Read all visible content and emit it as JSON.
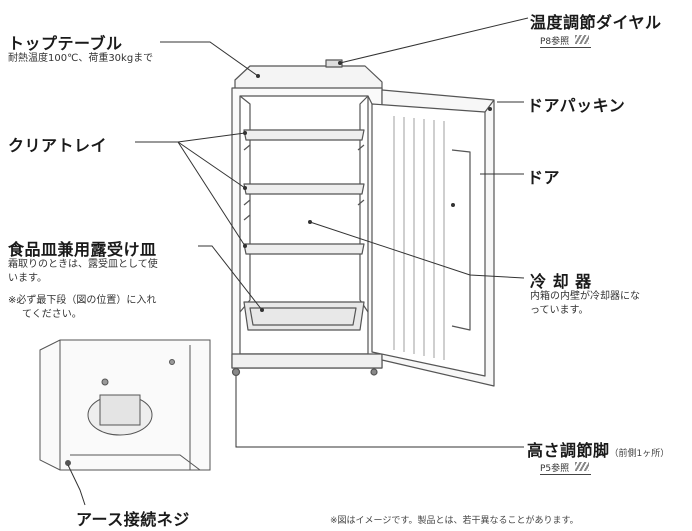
{
  "labels": {
    "top_table": {
      "title": "トップテーブル",
      "note": "耐熱温度100℃、荷重30kgまで"
    },
    "dial": {
      "title": "温度調節ダイヤル",
      "ref": "P8参照"
    },
    "door_packing": {
      "title": "ドアパッキン"
    },
    "clear_tray": {
      "title": "クリアトレイ"
    },
    "door": {
      "title": "ドア"
    },
    "drip_tray": {
      "title": "食品皿兼用露受け皿",
      "note_line1": "霜取りのときは、露受皿として使",
      "note_line2": "います。",
      "warn_line1": "※必ず最下段（図の位置）に入れ",
      "warn_line2": "てください。"
    },
    "cooler": {
      "title": "冷 却 器",
      "note_line1": "内箱の内壁が冷却器にな",
      "note_line2": "っています。"
    },
    "leg": {
      "title": "高さ調節脚",
      "suffix": "（前側1ヶ所）",
      "ref": "P5参照"
    },
    "ground_screw": {
      "title": "アース接続ネジ"
    }
  },
  "footnote": "※図はイメージです。製品とは、若干異なることがあります。"
}
